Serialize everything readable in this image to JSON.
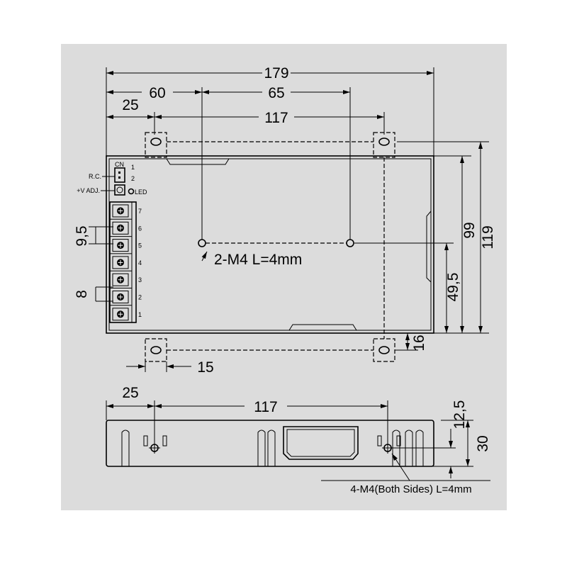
{
  "top_view": {
    "dim_overall_width": "179",
    "dim_60": "60",
    "dim_65": "65",
    "dim_25": "25",
    "dim_117": "117",
    "dim_119": "119",
    "dim_99": "99",
    "dim_49_5": "49,5",
    "dim_16": "16",
    "dim_15": "15",
    "dim_9_5": "9,5",
    "dim_8": "8",
    "center_holes_label": "2-M4 L=4mm",
    "connector": {
      "cn": "CN",
      "pin1": "1",
      "pin2": "2",
      "rc": "R.C.",
      "vadj": "+V ADJ.",
      "led": "LED"
    },
    "terminals": [
      "7",
      "6",
      "5",
      "4",
      "3",
      "2",
      "1"
    ]
  },
  "side_view": {
    "dim_25": "25",
    "dim_117": "117",
    "dim_12_5": "12,5",
    "dim_30": "30",
    "holes_label": "4-M4(Both Sides) L=4mm"
  }
}
